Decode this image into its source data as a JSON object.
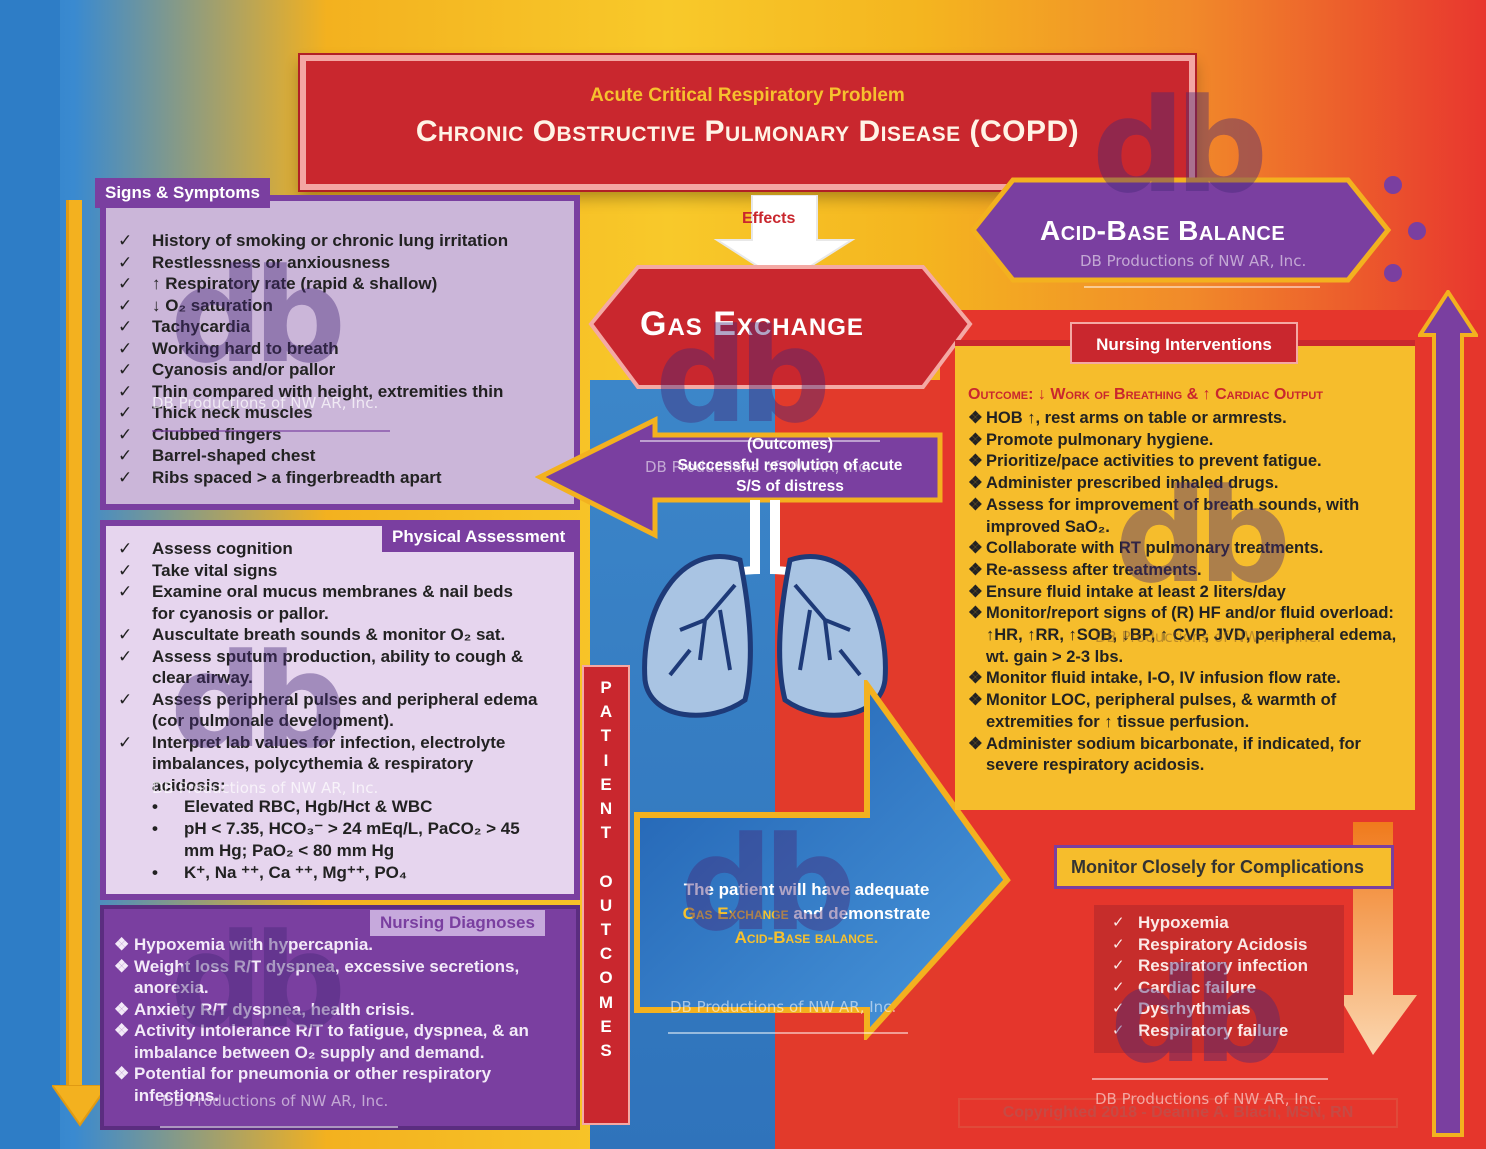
{
  "title": {
    "subtitle": "Acute Critical Respiratory Problem",
    "main": "Chronic Obstructive Pulmonary Disease (COPD)"
  },
  "signs_symptoms": {
    "label": "Signs & Symptoms",
    "items": [
      "History of smoking or chronic lung irritation",
      "Restlessness or anxiousness",
      "↑ Respiratory rate (rapid & shallow)",
      "↓ O₂ saturation",
      "Tachycardia",
      "Working hard to breath",
      "Cyanosis and/or pallor",
      "Thin compared with height, extremities thin",
      "Thick neck muscles",
      "Clubbed fingers",
      "Barrel-shaped chest",
      "Ribs spaced > a fingerbreadth apart"
    ]
  },
  "physical_assessment": {
    "label": "Physical Assessment",
    "items": [
      "Assess cognition",
      "Take vital signs",
      "Examine oral mucus membranes & nail beds for cyanosis or pallor.",
      "Auscultate breath sounds & monitor O₂ sat.",
      "Assess sputum production, ability to cough & clear airway.",
      "Assess peripheral pulses and peripheral edema (cor pulmonale development).",
      "Interpret lab values for infection, electrolyte imbalances, polycythemia & respiratory acidosis:"
    ],
    "labs": [
      "Elevated RBC, Hgb/Hct & WBC",
      "pH < 7.35, HCO₃⁻ > 24 mEq/L, PaCO₂ >  45 mm Hg; PaO₂ < 80 mm Hg",
      "K⁺,  Na ⁺⁺,  Ca ⁺⁺,  Mg⁺⁺, PO₄"
    ]
  },
  "nursing_diagnoses": {
    "label": "Nursing Diagnoses",
    "items": [
      "Hypoxemia with hypercapnia.",
      "Weight loss R/T dyspnea, excessive secretions, anorexia.",
      "Anxiety R/T dyspnea, health  crisis.",
      "Activity Intolerance R/T to fatigue, dyspnea, &  an imbalance between O₂  supply and demand.",
      "Potential for pneumonia or other respiratory infections."
    ]
  },
  "effects": {
    "label": "Effects"
  },
  "gas_exchange": {
    "label": "Gas Exchange"
  },
  "outcomes": {
    "line1": "(Outcomes)",
    "line2": "Successful resolution of acute",
    "line3": "S/S of distress"
  },
  "patient_outcomes": {
    "vertical_label": "PATIENT OUTCOMES",
    "text_a": "The patient will have adequate",
    "text_b_hl": "Gas Exchange",
    "text_b": " and demonstrate",
    "text_c_hl": "Acid-Base balance."
  },
  "acid_base": {
    "label": "Acid-Base Balance"
  },
  "nursing_interventions": {
    "label": "Nursing Interventions",
    "outcome": "Outcome: ↓ Work of Breathing & ↑ Cardiac Output",
    "items": [
      "HOB ↑, rest arms on table or armrests.",
      "Promote pulmonary hygiene.",
      "Prioritize/pace activities to prevent fatigue.",
      "Administer prescribed inhaled drugs.",
      "Assess for improvement of breath sounds, with improved SaO₂.",
      "Collaborate with RT pulmonary treatments.",
      "Re-assess after treatments.",
      "Ensure fluid intake at least 2 liters/day",
      "Monitor/report signs of (R) HF and/or fluid overload:  ↑HR, ↑RR, ↑SOB, ↓BP, ↑ CVP, JVD, peripheral edema, wt. gain > 2-3 lbs.",
      "Monitor fluid intake, I-O,  IV infusion flow rate.",
      "Monitor LOC, peripheral pulses, & warmth of extremities for ↑ tissue perfusion.",
      "Administer sodium bicarbonate, if indicated, for severe respiratory acidosis."
    ]
  },
  "complications": {
    "label": "Monitor Closely for Complications",
    "items": [
      "Hypoxemia",
      "Respiratory Acidosis",
      "Respiratory infection",
      "Cardiac failure",
      "Dysrhythmias",
      "Respiratory failure"
    ]
  },
  "watermark": {
    "mark": "db",
    "caption": "DB Productions of NW AR, Inc."
  },
  "copyright": "Copyrighted 2018 - Deanne A. Blach, MSN, RN",
  "colors": {
    "purple": "#7a3fa0",
    "red": "#c9272e",
    "yellow": "#f6bd2c",
    "blue": "#2e7dc6"
  }
}
